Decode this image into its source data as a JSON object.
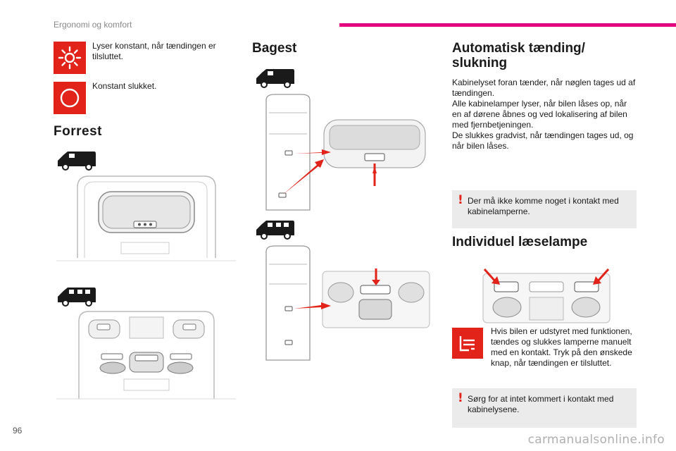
{
  "header": {
    "section": "Ergonomi og komfort",
    "accent": "#e5007e"
  },
  "page_number": "96",
  "watermark": "carmanualsonline.info",
  "lamp_states": [
    {
      "icon": "light-on-icon",
      "text": "Lyser konstant, når tændingen er tilsluttet."
    },
    {
      "icon": "light-off-icon",
      "text": "Konstant slukket."
    }
  ],
  "forrest": {
    "title": "Forrest"
  },
  "bagest": {
    "title": "Bagest"
  },
  "auto": {
    "title": "Automatisk tænding/ slukning",
    "line1": "Kabinelyset foran tænder, når nøglen tages ud af tændingen.",
    "line2": "Alle kabinelamper lyser, når bilen låses op, når en af dørene åbnes og ved lokalisering af bilen med fjernbetjeningen.",
    "line3": "De slukkes gradvist, når tændingen tages ud, og når bilen låses."
  },
  "warning1": {
    "text": "Der må ikke komme noget i kontakt med kabinelamperne."
  },
  "individuel": {
    "title": "Individuel læselampe",
    "icon": "reading-lamp-icon",
    "text": "Hvis bilen er udstyret med funktionen, tændes og slukkes lamperne manuelt med en kontakt. Tryk på den ønskede knap, når tændingen er tilsluttet."
  },
  "warning2": {
    "text": "Sørg for at intet kommert i kontakt med kabinelysene."
  },
  "colors": {
    "icon_red": "#e2231a",
    "arrow_red": "#e2231a"
  }
}
